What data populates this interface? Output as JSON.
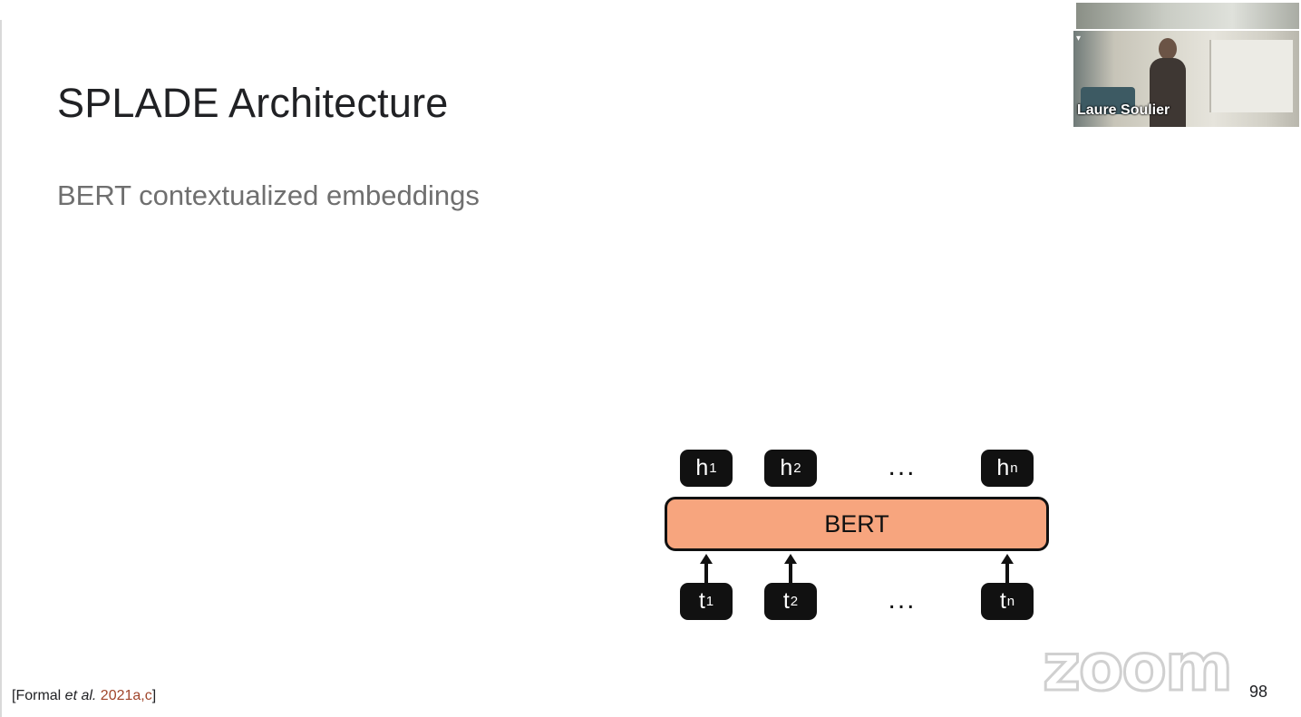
{
  "slide": {
    "title": "SPLADE Architecture",
    "subtitle": "BERT contextualized embeddings",
    "page_number": "98"
  },
  "diagram": {
    "model_label": "BERT",
    "outputs": [
      {
        "base": "h",
        "sub": "1"
      },
      {
        "base": "h",
        "sub": "2"
      },
      {
        "base": "h",
        "sub": "n"
      }
    ],
    "inputs": [
      {
        "base": "t",
        "sub": "1"
      },
      {
        "base": "t",
        "sub": "2"
      },
      {
        "base": "t",
        "sub": "n"
      }
    ],
    "ellipsis": "...",
    "colors": {
      "model_fill": "#f7a57e",
      "token_fill": "#111111"
    }
  },
  "citation": {
    "open": "[Formal ",
    "et_al": "et al.",
    "year": " 2021a,c",
    "close": "]",
    "year_color": "#a0452b"
  },
  "video": {
    "participant_name": "Laure Soulier",
    "icon": "mic-icon"
  },
  "watermark": {
    "text": "zoom"
  }
}
